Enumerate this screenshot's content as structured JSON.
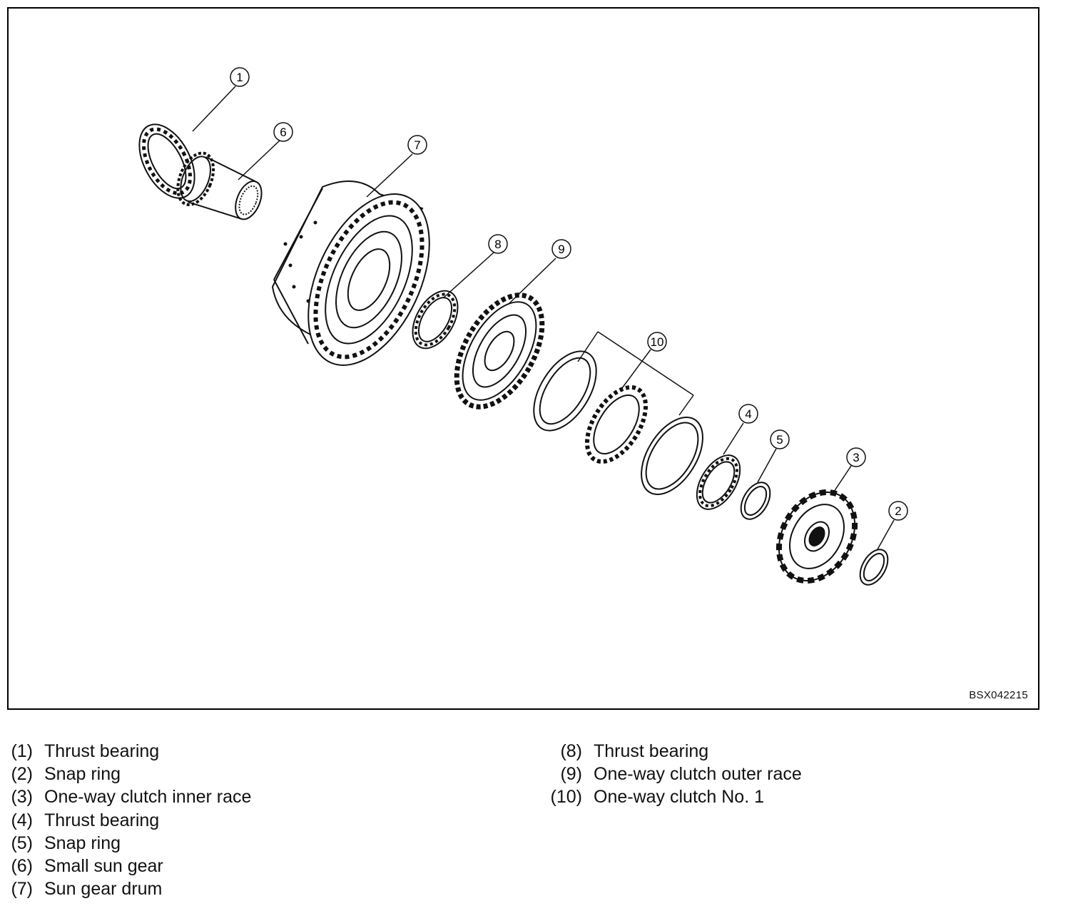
{
  "figure": {
    "code": "BSX042215",
    "callouts": [
      {
        "id": "c1",
        "label": "1"
      },
      {
        "id": "c6",
        "label": "6"
      },
      {
        "id": "c7",
        "label": "7"
      },
      {
        "id": "c8",
        "label": "8"
      },
      {
        "id": "c9",
        "label": "9"
      },
      {
        "id": "c10",
        "label": "10"
      },
      {
        "id": "c4",
        "label": "4"
      },
      {
        "id": "c5",
        "label": "5"
      },
      {
        "id": "c3",
        "label": "3"
      },
      {
        "id": "c2",
        "label": "2"
      }
    ]
  },
  "legend": {
    "left": [
      {
        "num": "(1)",
        "label": "Thrust bearing"
      },
      {
        "num": "(2)",
        "label": "Snap ring"
      },
      {
        "num": "(3)",
        "label": "One-way clutch inner race"
      },
      {
        "num": "(4)",
        "label": "Thrust bearing"
      },
      {
        "num": "(5)",
        "label": "Snap ring"
      },
      {
        "num": "(6)",
        "label": "Small sun gear"
      },
      {
        "num": "(7)",
        "label": "Sun gear drum"
      }
    ],
    "right": [
      {
        "num": "(8)",
        "label": "Thrust bearing"
      },
      {
        "num": "(9)",
        "label": "One-way clutch outer race"
      },
      {
        "num": "(10)",
        "label": "One-way clutch No. 1"
      }
    ]
  }
}
